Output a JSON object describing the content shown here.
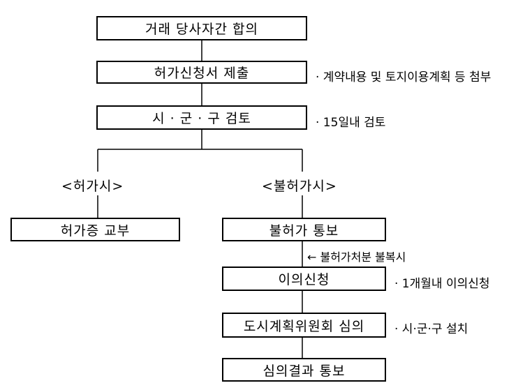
{
  "flow": {
    "step1": "거래 당사자간 합의",
    "step2": "허가신청서 제출",
    "step3": "시 · 군 · 구 검토",
    "branch_left": "<허가시>",
    "branch_right": "<불허가시>",
    "left_step": "허가증 교부",
    "right_step1": "불허가 통보",
    "right_step2": "이의신청",
    "right_step3": "도시계획위원회 심의",
    "right_step4": "심의결과 통보"
  },
  "notes": {
    "step2": "· 계약내용 및 토지이용계획 등 첨부",
    "step3": "· 15일내 검토",
    "arrow": "← 불허가처분 불복시",
    "right_step2": "· 1개월내 이의신청",
    "right_step3": "· 시·군·구 설치"
  }
}
